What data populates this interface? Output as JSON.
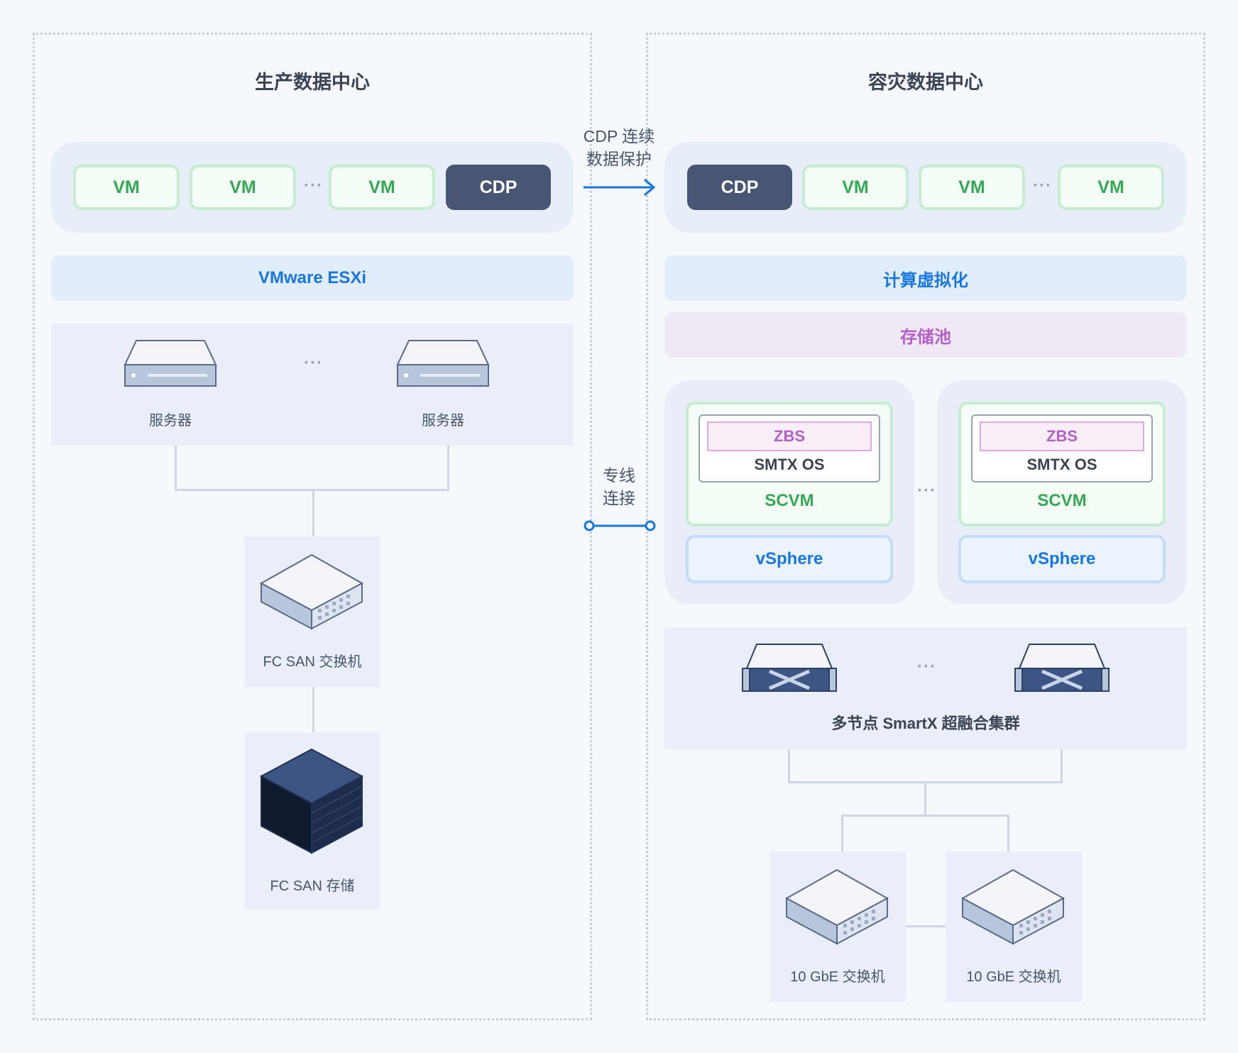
{
  "production": {
    "title": "生产数据中心",
    "vms": [
      "VM",
      "VM",
      "VM"
    ],
    "cdp": "CDP",
    "hypervisor": "VMware ESXi",
    "servers": [
      "服务器",
      "服务器"
    ],
    "fc_switch": "FC SAN 交换机",
    "fc_storage": "FC SAN 存储"
  },
  "link": {
    "cdp_protection": [
      "CDP 连续",
      "数据保护"
    ],
    "dedicated_line": [
      "专线",
      "连接"
    ]
  },
  "dr": {
    "title": "容灾数据中心",
    "cdp": "CDP",
    "vms": [
      "VM",
      "VM",
      "VM"
    ],
    "compute_virtualization": "计算虚拟化",
    "storage_pool": "存储池",
    "nodes": [
      {
        "zbs": "ZBS",
        "os": "SMTX OS",
        "scvm": "SCVM",
        "hypervisor": "vSphere"
      },
      {
        "zbs": "ZBS",
        "os": "SMTX OS",
        "scvm": "SCVM",
        "hypervisor": "vSphere"
      }
    ],
    "cluster": "多节点 SmartX 超融合集群",
    "switches": [
      "10 GbE 交换机",
      "10 GbE 交换机"
    ]
  },
  "ellipsis": "···",
  "colors": {
    "vm_green": "#34a853",
    "cdp_dark": "#485673",
    "blue": "#1677e0",
    "purple": "#b65ec8"
  }
}
